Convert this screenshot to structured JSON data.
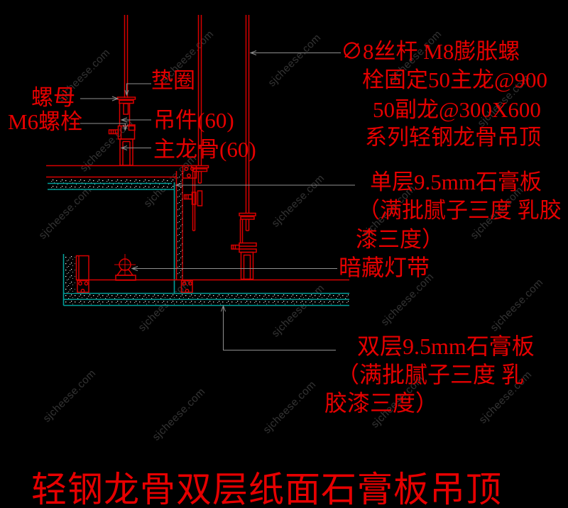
{
  "drawing_title": "轻钢龙骨双层纸面石膏板吊顶",
  "watermark": {
    "text": "sjcheese.com"
  },
  "colors": {
    "red": "#d90000",
    "red-text": "#e60000",
    "cyan": "#00a09b",
    "gray": "#8f8f8f",
    "bg": "#000000"
  },
  "callouts": {
    "nut": "螺母",
    "m6_bolt": "M6螺栓",
    "washer": "垫圈",
    "hanger": "吊件(60)",
    "main_runner": "主龙骨(60)",
    "rod_note_l1": "∅8丝杆 M8膨胀螺",
    "rod_note_l2": "栓固定50主龙@900",
    "rod_note_l3": "50副龙@300X600",
    "rod_note_l4": "系列轻钢龙骨吊顶",
    "single_board_l1": "单层9.5mm石膏板",
    "single_board_l2": "（满批腻子三度 乳胶",
    "single_board_l3": "漆三度）",
    "concealed_light": "暗藏灯带",
    "double_board_l1": "双层9.5mm石膏板",
    "double_board_l2": "（满批腻子三度 乳",
    "double_board_l3": "胶漆三度）"
  }
}
